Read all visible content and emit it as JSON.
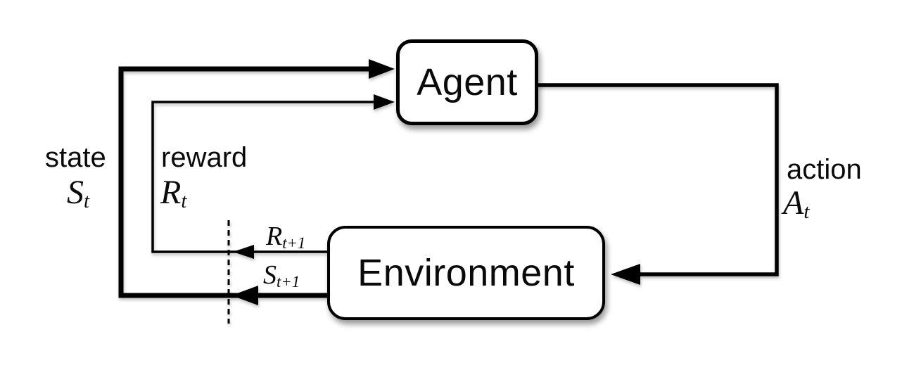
{
  "diagram": {
    "nodes": {
      "agent": {
        "label": "Agent"
      },
      "environment": {
        "label": "Environment"
      }
    },
    "labels": {
      "state": {
        "word": "state",
        "symbol": "S",
        "sub": "t"
      },
      "reward": {
        "word": "reward",
        "symbol": "R",
        "sub": "t"
      },
      "action": {
        "word": "action",
        "symbol": "A",
        "sub": "t"
      },
      "next_reward": {
        "symbol": "R",
        "sub": "t+1"
      },
      "next_state": {
        "symbol": "S",
        "sub": "t+1"
      }
    },
    "edges": [
      {
        "name": "state-arrow",
        "from": "environment",
        "to": "agent",
        "style": "thick"
      },
      {
        "name": "reward-arrow",
        "from": "environment",
        "to": "agent",
        "style": "thin"
      },
      {
        "name": "action-arrow",
        "from": "agent",
        "to": "environment",
        "style": "medium"
      }
    ],
    "colors": {
      "stroke": "#000000",
      "background": "#ffffff",
      "box_fill": "#ffffff"
    }
  }
}
